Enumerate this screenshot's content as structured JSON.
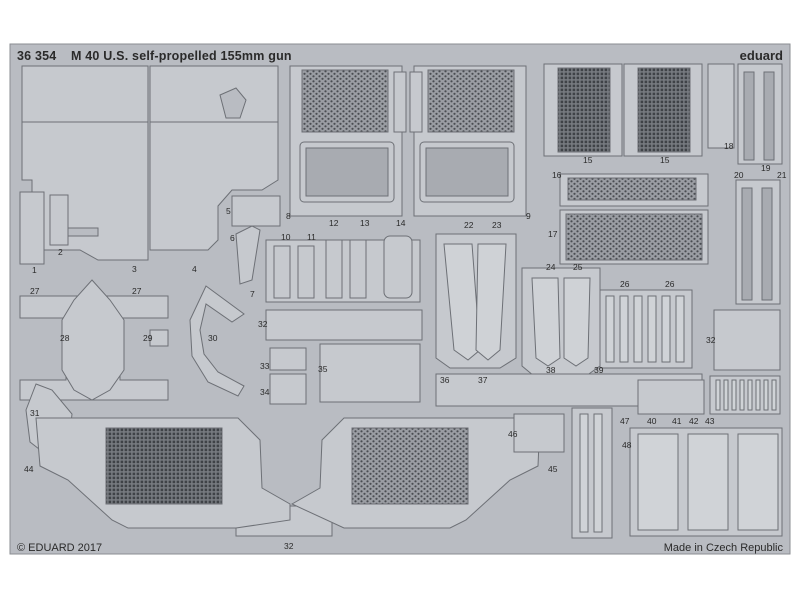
{
  "sheet": {
    "catalog_number": "36 354",
    "title": "M 40 U.S. self-propelled 155mm gun",
    "brand": "eduard",
    "copyright": "© EDUARD 2017",
    "origin": "Made in Czech Republic",
    "colors": {
      "fret": "#b9bcc2",
      "part": "#c6c9ce",
      "edge": "#6d7076",
      "mesh": "#5d6065",
      "text": "#2a2a2a"
    }
  },
  "part_numbers": [
    "1",
    "2",
    "3",
    "4",
    "5",
    "6",
    "7",
    "8",
    "9",
    "10",
    "11",
    "12",
    "13",
    "14",
    "15",
    "15",
    "16",
    "17",
    "18",
    "19",
    "20",
    "21",
    "22",
    "23",
    "24",
    "25",
    "26",
    "26",
    "27",
    "27",
    "28",
    "29",
    "30",
    "31",
    "32",
    "32",
    "32",
    "33",
    "34",
    "35",
    "36",
    "37",
    "38",
    "39",
    "40",
    "41",
    "42",
    "43",
    "44",
    "45",
    "46",
    "47",
    "48"
  ]
}
